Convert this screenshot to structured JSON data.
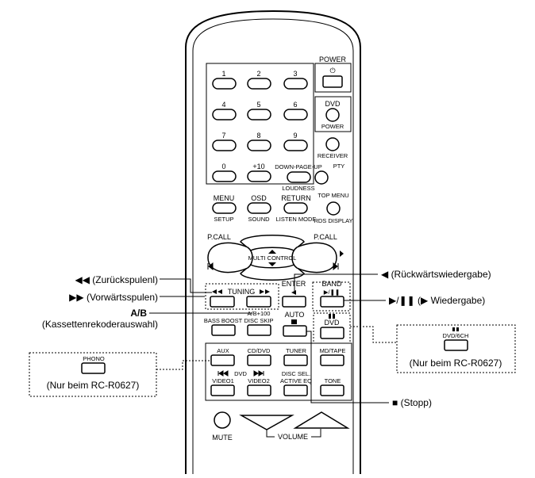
{
  "remote": {
    "power": "POWER",
    "power_symbol": "⏻",
    "digits": [
      "1",
      "2",
      "3",
      "4",
      "5",
      "6",
      "7",
      "8",
      "9",
      "0",
      "+10"
    ],
    "dvd": "DVD",
    "dvd_power": "POWER",
    "receiver": "RECEIVER",
    "down_page_up": "DOWN-PAGE-UP",
    "pty": "PTY",
    "loudness": "LOUDNESS",
    "menu": "MENU",
    "osd": "OSD",
    "return": "RETURN",
    "top_menu": "TOP MENU",
    "setup": "SETUP",
    "sound": "SOUND",
    "listen_mode": "LISTEN MODE",
    "rds_display": "RDS DISPLAY",
    "pcall_left": "P.CALL",
    "pcall_right": "P.CALL",
    "multi_control": "MULTI CONTROL",
    "tuning": "TUNING",
    "enter": "ENTER",
    "band": "BAND",
    "ab100": "A/B+100",
    "disc_skip": "DISC SKIP",
    "auto": "AUTO",
    "bass_boost": "BASS BOOST",
    "dvd2": "DVD",
    "aux": "AUX",
    "cd_dvd": "CD/DVD",
    "tuner": "TUNER",
    "md_tape": "MD/TAPE",
    "dvd_row": "DVD",
    "disc_sel": "DISC SEL.",
    "active_eq": "ACTIVE EQ",
    "video1": "VIDEO1",
    "video2": "VIDEO2",
    "tone": "TONE",
    "mute": "MUTE",
    "volume": "VOLUME"
  },
  "callouts": {
    "rewind": "◀◀ (Zurückspulenl)",
    "forward": "▶▶ (Vorwärtsspulen)",
    "ab": "A/B",
    "ab_desc": "(Kassettenrekoderauswahl)",
    "reverse_play": "◀ (Rückwärtswiedergabe)",
    "play_pause": "▶/❚❚ (▶ Wiedergabe)",
    "stop": "■ (Stopp)",
    "phono": "PHONO",
    "phono_note": "(Nur beim RC-R0627)",
    "dvd6ch": "DVD/6CH",
    "dvd6ch_note": "(Nur beim RC-R0627)"
  }
}
